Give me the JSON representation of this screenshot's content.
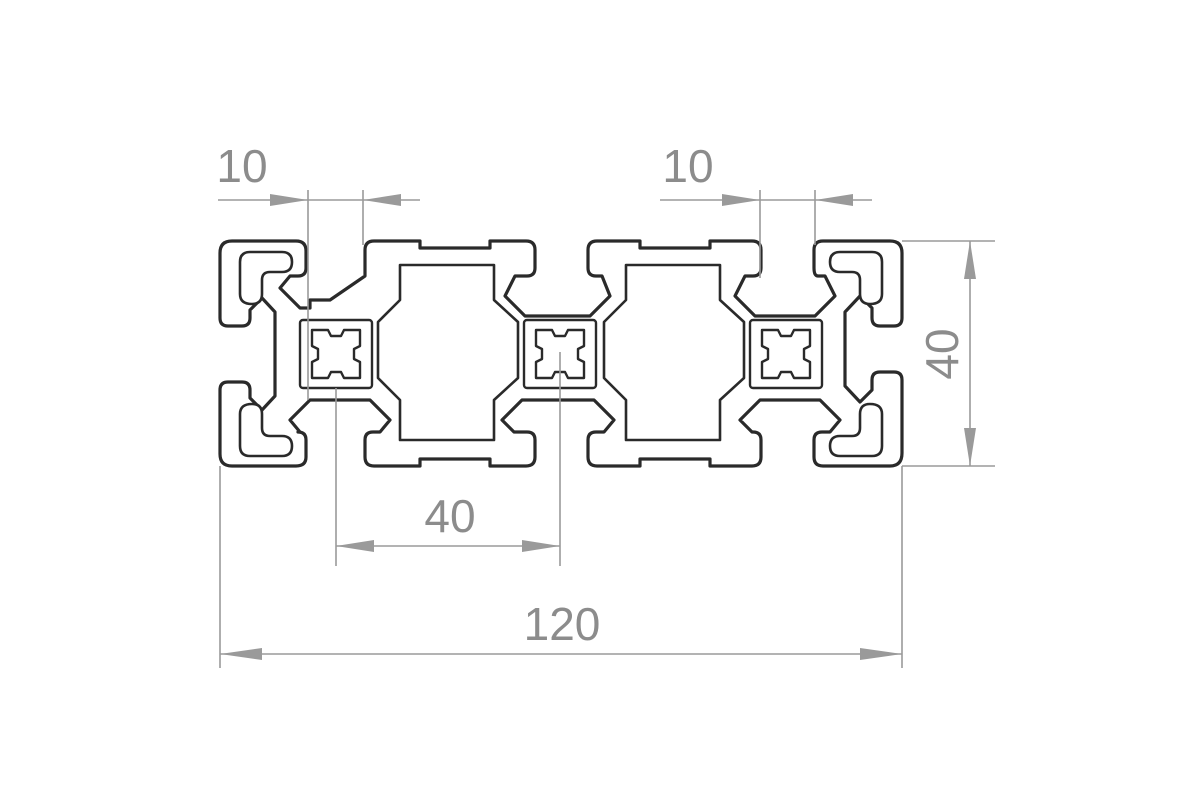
{
  "drawing": {
    "dimensions": {
      "slot_left": "10",
      "slot_right": "10",
      "height": "40",
      "pitch": "40",
      "width": "120"
    }
  }
}
